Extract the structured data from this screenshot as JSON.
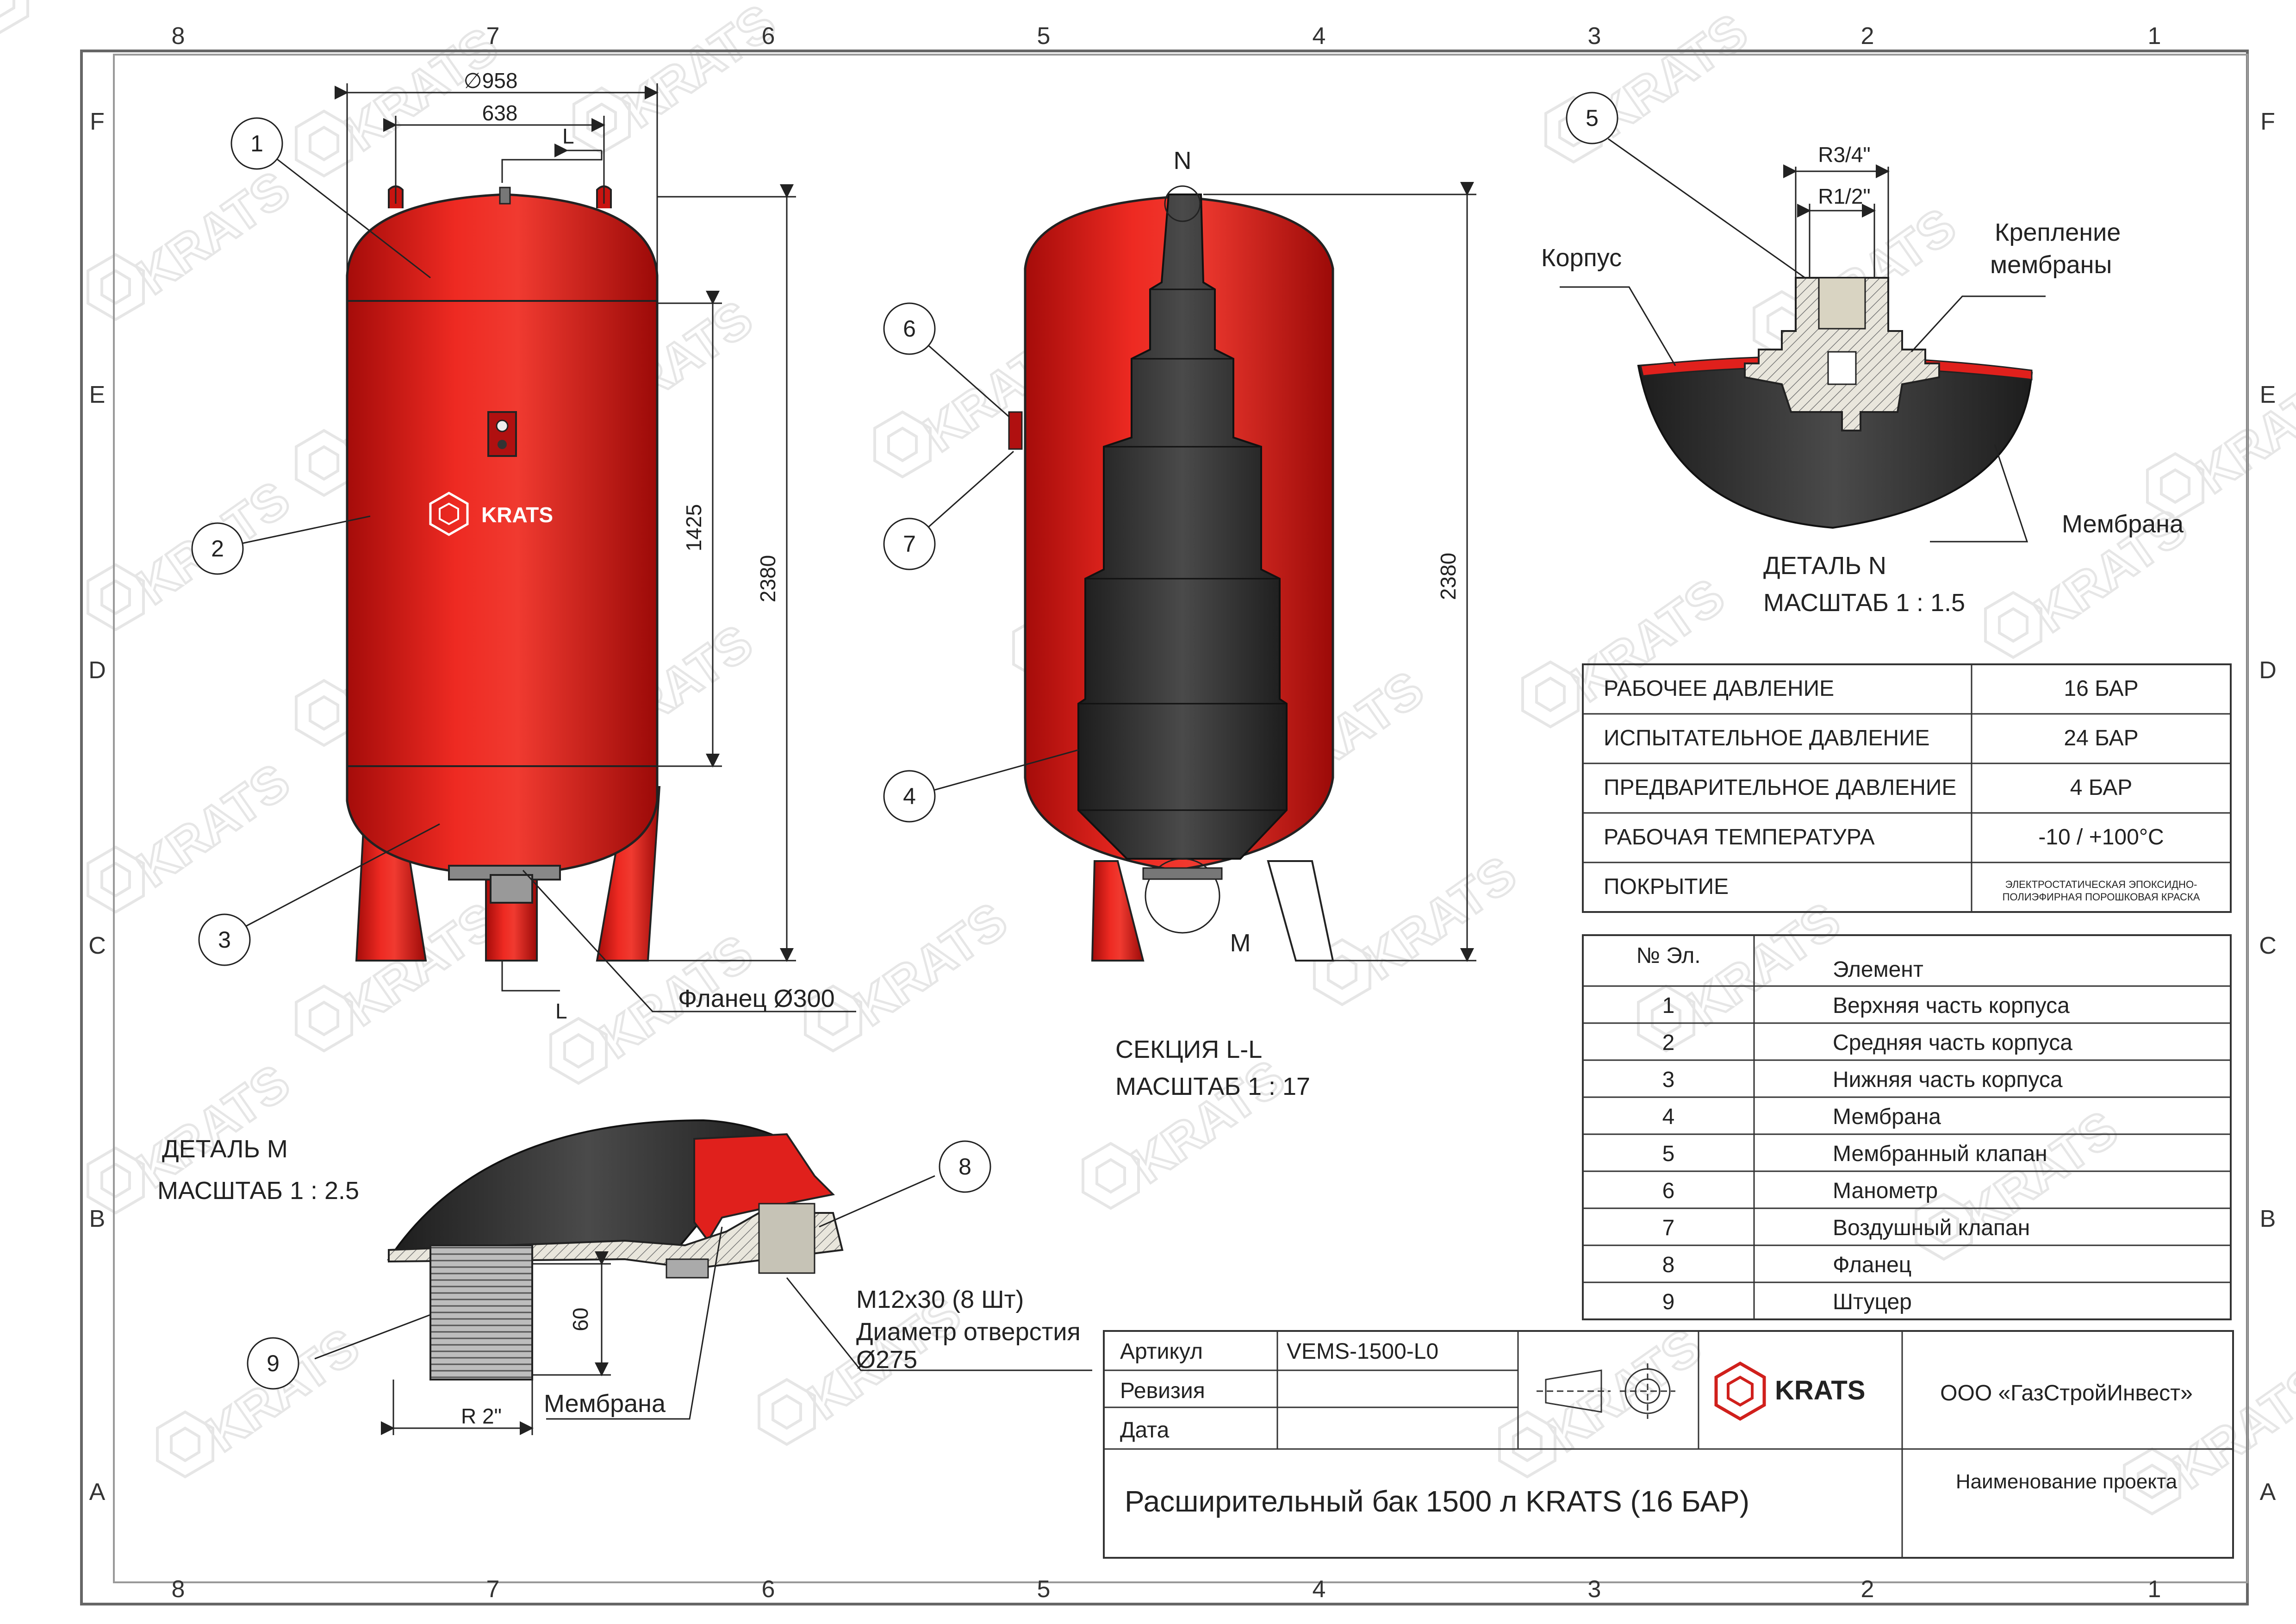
{
  "border": {
    "cols": [
      "8",
      "7",
      "6",
      "5",
      "4",
      "3",
      "2",
      "1"
    ],
    "rows": [
      "F",
      "E",
      "D",
      "C",
      "B",
      "A"
    ]
  },
  "views": {
    "front": {
      "dims": {
        "d958": "∅958",
        "d638": "638",
        "h1425": "1425",
        "h2380": "2380"
      },
      "section_mark": "L",
      "flange_label": "Фланец Ø300",
      "logo": "KRATS"
    },
    "section": {
      "title": "СЕКЦИЯ L-L",
      "scale": "МАСШТАБ 1 : 17",
      "mark_n": "N",
      "mark_m": "M",
      "h2380": "2380"
    },
    "detail_n": {
      "title": "ДЕТАЛЬ N",
      "scale": "МАСШТАБ 1 : 1.5",
      "r34": "R3/4\"",
      "r12": "R1/2\"",
      "korpus": "Корпус",
      "kreplenie": "Крепление мембраны",
      "membrana": "Мембрана"
    },
    "detail_m": {
      "title": "ДЕТАЛЬ M",
      "scale": "МАСШТАБ 1 : 2.5",
      "bolt": "M12x30 (8 Шт)",
      "hole_label": "Диаметр отверстия",
      "hole": "Ø275",
      "d60": "60",
      "r2": "R 2\"",
      "membrana": "Мембрана"
    }
  },
  "callouts": [
    "1",
    "2",
    "3",
    "4",
    "5",
    "6",
    "7",
    "8",
    "9"
  ],
  "specs": [
    {
      "name": "РАБОЧЕЕ ДАВЛЕНИЕ",
      "value": "16 БАР"
    },
    {
      "name": "ИСПЫТАТЕЛЬНОЕ ДАВЛЕНИЕ",
      "value": "24 БАР"
    },
    {
      "name": "ПРЕДВАРИТЕЛЬНОЕ ДАВЛЕНИЕ",
      "value": "4 БАР"
    },
    {
      "name": "РАБОЧАЯ ТЕМПЕРАТУРА",
      "value": "-10 / +100°C"
    },
    {
      "name": "ПОКРЫТИЕ",
      "value": "ЭЛЕКТРОСТАТИЧЕСКАЯ ЭПОКСИДНО-ПОЛИЭФИРНАЯ ПОРОШКОВАЯ КРАСКА",
      "value_l1": "ЭЛЕКТРОСТАТИЧЕСКАЯ ЭПОКСИДНО-",
      "value_l2": "ПОЛИЭФИРНАЯ ПОРОШКОВАЯ КРАСКА"
    }
  ],
  "parts": {
    "header_no": "№ Эл.",
    "header_el": "Элемент",
    "rows": [
      {
        "no": "1",
        "name": "Верхняя часть корпуса"
      },
      {
        "no": "2",
        "name": "Средняя часть корпуса"
      },
      {
        "no": "3",
        "name": "Нижняя часть корпуса"
      },
      {
        "no": "4",
        "name": "Мембрана"
      },
      {
        "no": "5",
        "name": "Мембранный клапан"
      },
      {
        "no": "6",
        "name": "Манометр"
      },
      {
        "no": "7",
        "name": "Воздушный клапан"
      },
      {
        "no": "8",
        "name": "Фланец"
      },
      {
        "no": "9",
        "name": "Штуцер"
      }
    ]
  },
  "title_block": {
    "article_label": "Артикул",
    "article_value": "VEMS-1500-L0",
    "revision_label": "Ревизия",
    "date_label": "Дата",
    "brand": "KRATS",
    "company": "ООО «ГазСтройИнвест»",
    "project_label": "Наименование проекта",
    "title": "Расширительный бак 1500 л KRATS (16 БАР)"
  },
  "watermark": "KRATS",
  "colors": {
    "tank_red": "#e0201c",
    "tank_dark": "#a80d0b",
    "membrane": "#3a3a3a",
    "line": "#222222",
    "frame": "#555555"
  }
}
